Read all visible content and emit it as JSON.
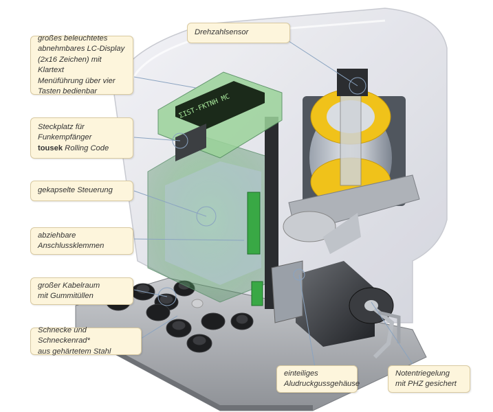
{
  "callouts": {
    "display": [
      "großes beleuchtetes",
      "abnehmbares LC-Display",
      "(2x16 Zeichen) mit Klartext",
      "Menüführung über vier",
      "Tasten bedienbar"
    ],
    "speed_sensor": "Drehzahlsensor",
    "receiver": {
      "line1": "Steckplatz für",
      "line2": "Funkempfänger",
      "brand": "tousek",
      "brand_rest": " Rolling Code"
    },
    "control": "gekapselte Steuerung",
    "terminals": [
      "abziehbare",
      "Anschlussklemmen"
    ],
    "cable_space": [
      "großer Kabelraum",
      "mit Gummitüllen"
    ],
    "worm": [
      "Schnecke und Schneckenrad*",
      "aus gehärtetem Stahl"
    ],
    "housing": [
      "einteiliges",
      "Aludruckgussgehäuse"
    ],
    "release": [
      "Notentriegelung",
      "mit PHZ gesichert"
    ]
  },
  "display_text": "ΣIST-FKTNH MC"
}
